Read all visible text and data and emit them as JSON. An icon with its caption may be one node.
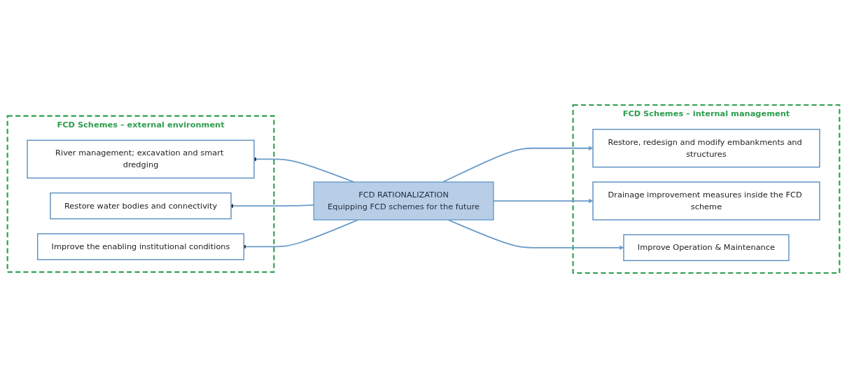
{
  "diagram": {
    "nodes": [
      {
        "text": [
          "FCD Schemes – external environment"
        ]
      },
      {
        "text": [
          "River management; excavation and smart dredging"
        ],
        "in": 0
      },
      {
        "text": [
          "Restore water bodies and connectivity"
        ],
        "in": 0
      },
      {
        "text": [
          "Improve the enabling institutional conditions"
        ],
        "in": 0
      },
      {
        "text": [
          "FCD RATIONALIZATION",
          "Equipping FCD schemes for the future"
        ]
      },
      {
        "text": [
          "FCD Schemes – internal management"
        ]
      },
      {
        "text": [
          "Restore, redesign and modify embankments and structures"
        ],
        "in": 5
      },
      {
        "text": [
          "Drainage improvement measures inside the FCD scheme"
        ],
        "in": 5
      },
      {
        "text": [
          "Improve Operation & Maintenance"
        ],
        "in": 5
      }
    ],
    "edges": [
      {
        "from": 4,
        "to": 1,
        "arrow": "to"
      },
      {
        "from": 4,
        "to": 2,
        "arrow": "to"
      },
      {
        "from": 4,
        "to": 3,
        "arrow": "to"
      },
      {
        "from": 4,
        "to": 6,
        "arrow": "to"
      },
      {
        "from": 4,
        "to": 7,
        "arrow": "to"
      },
      {
        "from": 4,
        "to": 8,
        "arrow": "to"
      }
    ]
  }
}
